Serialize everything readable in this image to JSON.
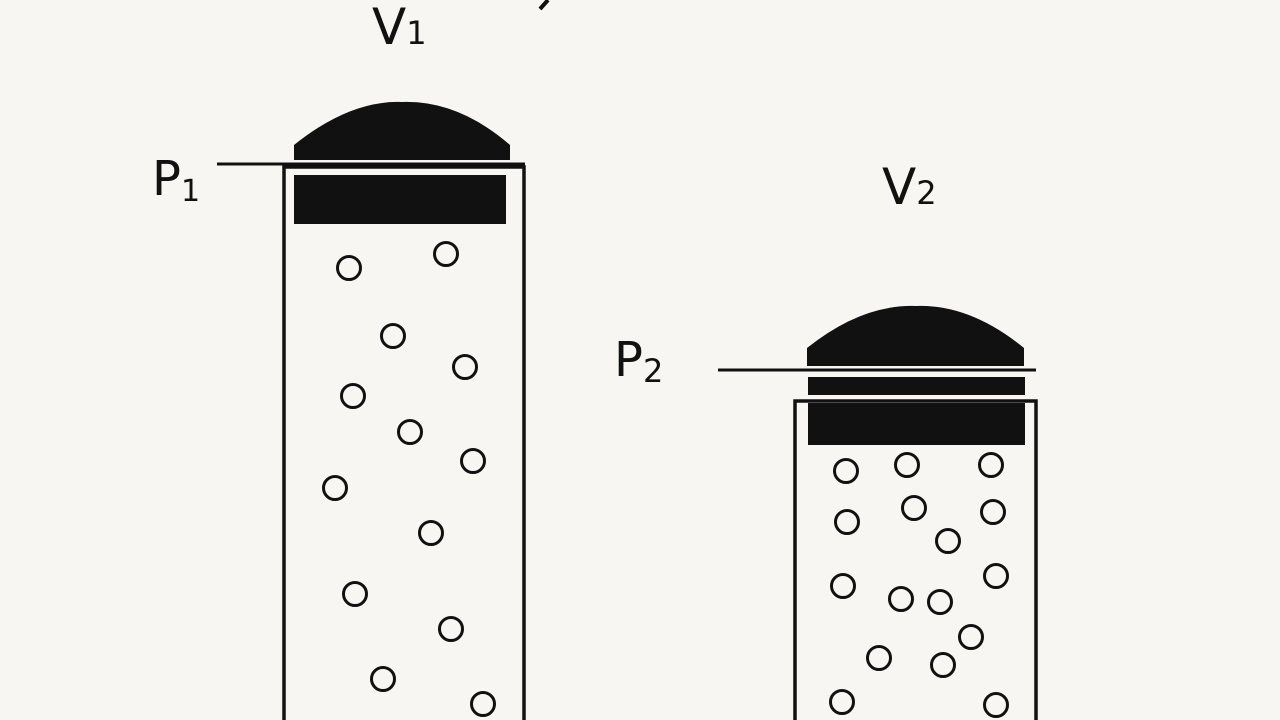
{
  "colors": {
    "background": "#f7f6f2",
    "ink": "#111111"
  },
  "left_cylinder": {
    "volume_label": {
      "main": "V",
      "sub": "1"
    },
    "pressure_label": {
      "main": "P",
      "sub": "1"
    }
  },
  "right_cylinder": {
    "volume_label": {
      "main": "V",
      "sub": "2"
    },
    "pressure_label": {
      "main": "P",
      "sub": "2"
    }
  }
}
